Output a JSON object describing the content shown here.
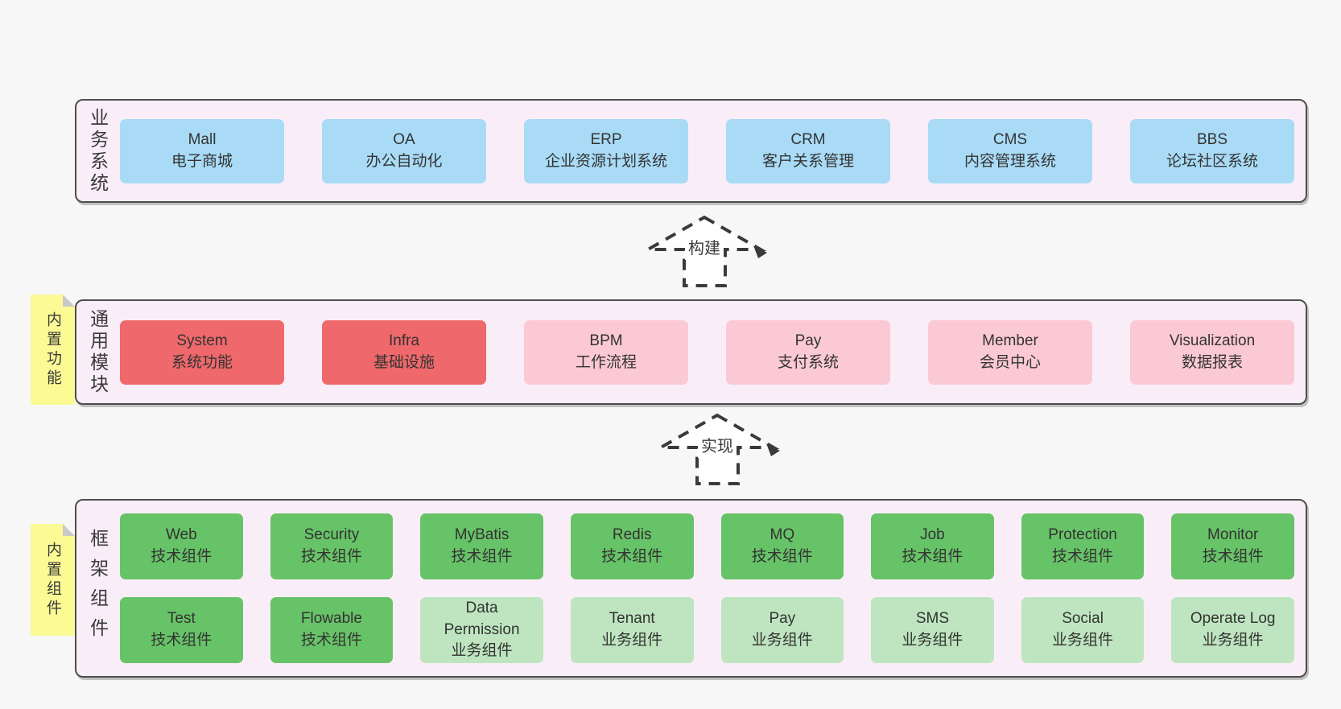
{
  "colors": {
    "page_bg": "#f7f7f7",
    "panel_bg": "#f9eef7",
    "panel_border": "#4d4d4d",
    "blue_box": "#a9dbf7",
    "red_box": "#ef686c",
    "pink_box": "#fbc9d3",
    "green_box": "#67c367",
    "light_green_box": "#bee5bf",
    "sticky_note_yellow": "#fcfa95",
    "note_fold_gray": "#c9c9c9",
    "arrow_stroke": "#3a3a3a",
    "text": "#333333"
  },
  "layers": {
    "business": {
      "label": "业务系统",
      "boxes": [
        {
          "title": "Mall",
          "subtitle": "电子商城"
        },
        {
          "title": "OA",
          "subtitle": "办公自动化"
        },
        {
          "title": "ERP",
          "subtitle": "企业资源计划系统"
        },
        {
          "title": "CRM",
          "subtitle": "客户关系管理"
        },
        {
          "title": "CMS",
          "subtitle": "内容管理系统"
        },
        {
          "title": "BBS",
          "subtitle": "论坛社区系统"
        }
      ]
    },
    "modules": {
      "label": "通用模块",
      "note": "内置功能",
      "boxes": [
        {
          "title": "System",
          "subtitle": "系统功能"
        },
        {
          "title": "Infra",
          "subtitle": "基础设施"
        },
        {
          "title": "BPM",
          "subtitle": "工作流程"
        },
        {
          "title": "Pay",
          "subtitle": "支付系统"
        },
        {
          "title": "Member",
          "subtitle": "会员中心"
        },
        {
          "title": "Visualization",
          "subtitle": "数据报表"
        }
      ]
    },
    "components": {
      "label": "框架组件",
      "note": "内置组件",
      "row1": [
        {
          "title": "Web",
          "subtitle": "技术组件"
        },
        {
          "title": "Security",
          "subtitle": "技术组件"
        },
        {
          "title": "MyBatis",
          "subtitle": "技术组件"
        },
        {
          "title": "Redis",
          "subtitle": "技术组件"
        },
        {
          "title": "MQ",
          "subtitle": "技术组件"
        },
        {
          "title": "Job",
          "subtitle": "技术组件"
        },
        {
          "title": "Protection",
          "subtitle": "技术组件"
        },
        {
          "title": "Monitor",
          "subtitle": "技术组件"
        }
      ],
      "row2": [
        {
          "title": "Test",
          "subtitle": "技术组件"
        },
        {
          "title": "Flowable",
          "subtitle": "技术组件"
        },
        {
          "title": "Data Permission",
          "subtitle": "业务组件"
        },
        {
          "title": "Tenant",
          "subtitle": "业务组件"
        },
        {
          "title": "Pay",
          "subtitle": "业务组件"
        },
        {
          "title": "SMS",
          "subtitle": "业务组件"
        },
        {
          "title": "Social",
          "subtitle": "业务组件"
        },
        {
          "title": "Operate Log",
          "subtitle": "业务组件"
        }
      ]
    }
  },
  "arrows": {
    "build": {
      "label": "构建"
    },
    "implement": {
      "label": "实现"
    }
  }
}
